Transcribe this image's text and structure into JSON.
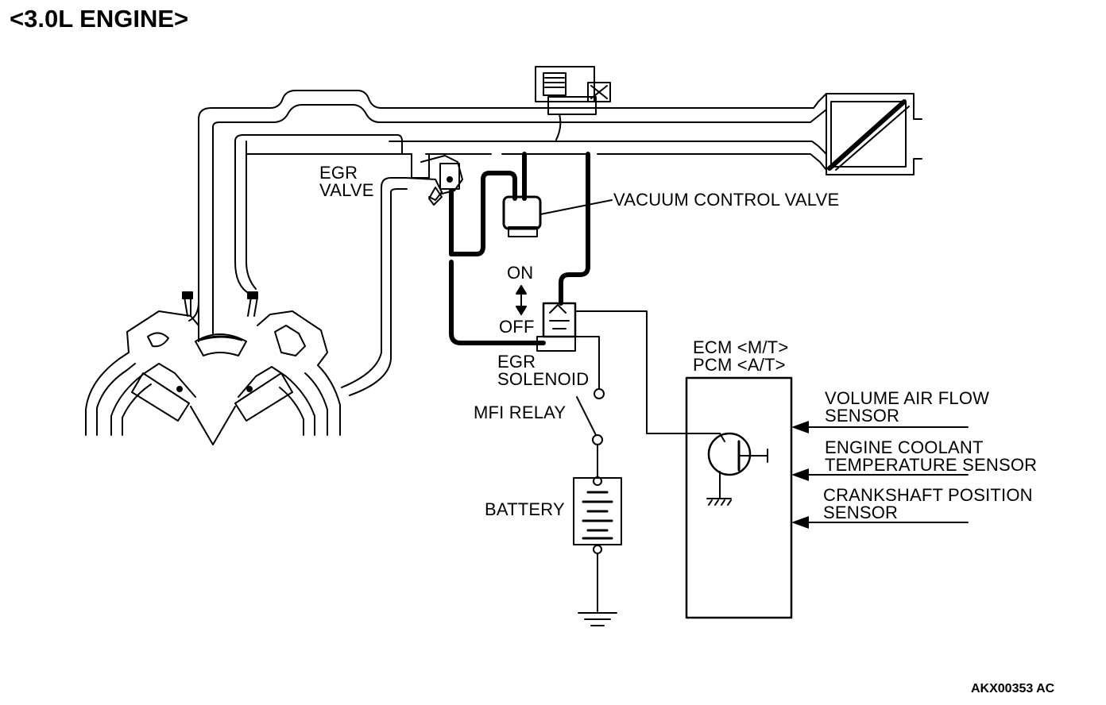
{
  "title": "<3.0L ENGINE>",
  "labels": {
    "egr_valve_1": "EGR",
    "egr_valve_2": "VALVE",
    "vacuum_control_valve": "VACUUM CONTROL VALVE",
    "on": "ON",
    "off": "OFF",
    "egr_solenoid_1": "EGR",
    "egr_solenoid_2": "SOLENOID",
    "mfi_relay": "MFI RELAY",
    "battery": "BATTERY",
    "ecm": "ECM <M/T>",
    "pcm": "PCM <A/T>",
    "volume_air_flow_1": "VOLUME AIR FLOW",
    "volume_air_flow_2": "SENSOR",
    "engine_coolant_1": "ENGINE COOLANT",
    "engine_coolant_2": "TEMPERATURE SENSOR",
    "crankshaft_1": "CRANKSHAFT POSITION",
    "crankshaft_2": "SENSOR"
  },
  "figure_code": "AKX00353 AC"
}
